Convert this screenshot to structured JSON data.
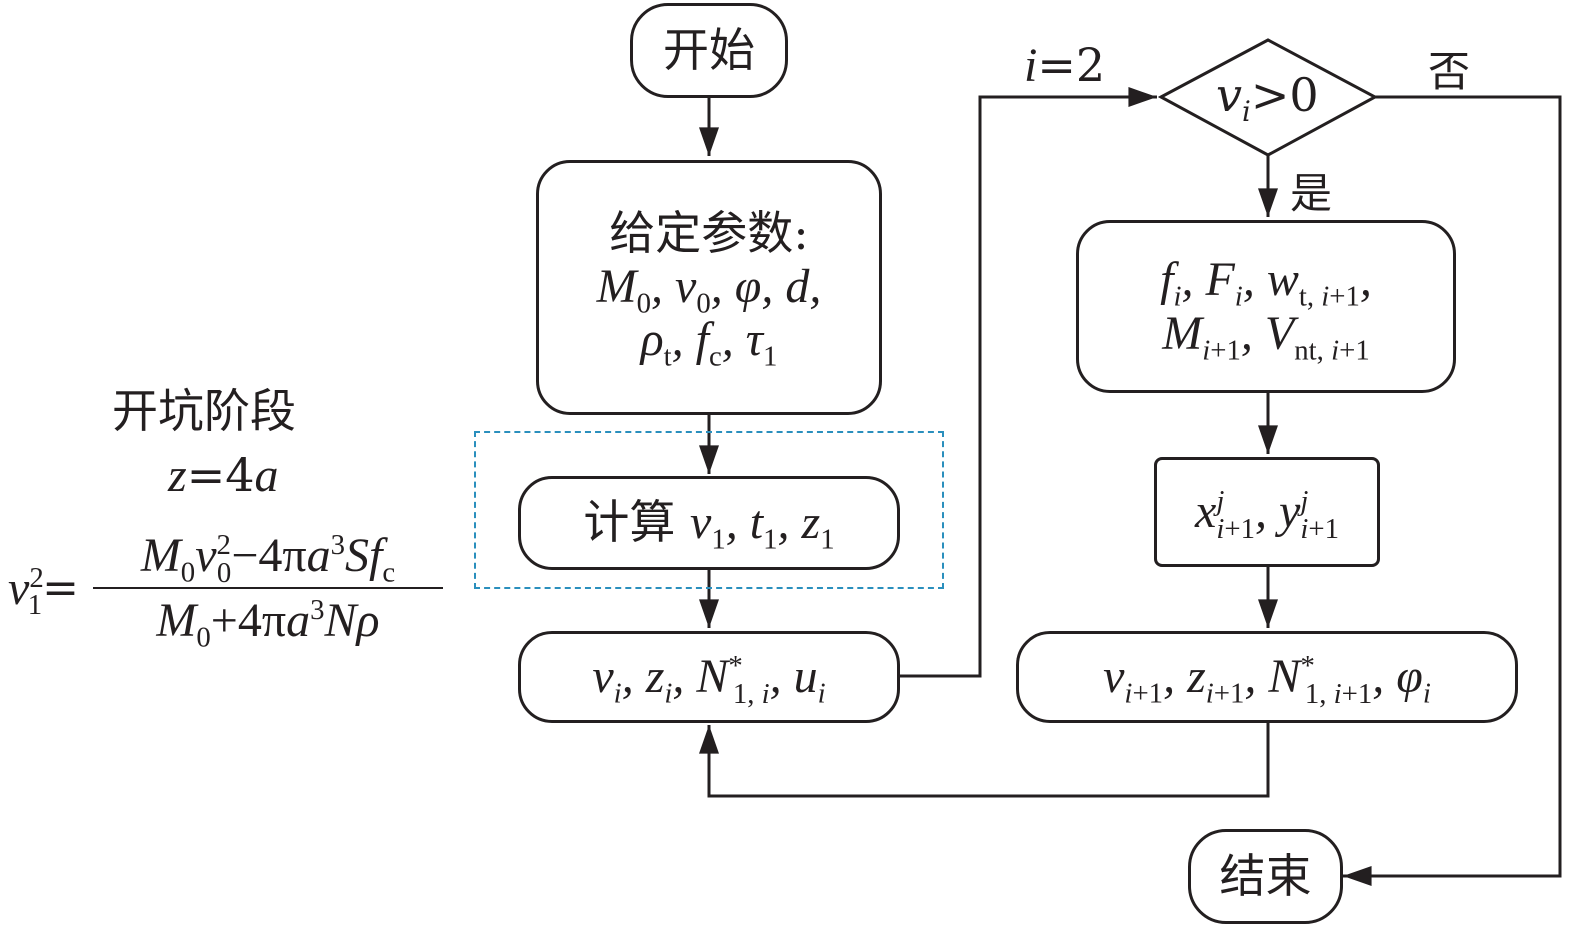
{
  "nodes": {
    "start": "开始",
    "params_title": "给定参数:",
    "compute_label": "计算",
    "end": "结束"
  },
  "labels": {
    "i_equals": "2",
    "yes": "是",
    "no": "否",
    "stage_title": "开坑阶段",
    "stage_eq_rhs": "4"
  },
  "colors": {
    "line": "#231f20",
    "dashed_highlight": "#2a8fbd"
  }
}
